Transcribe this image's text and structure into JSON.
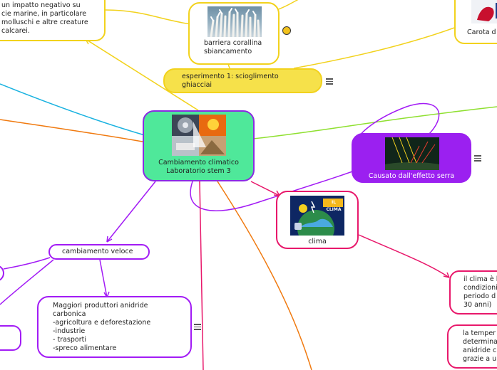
{
  "central": {
    "title": "Cambiamento climatico\nLaboratorio stem 3"
  },
  "nodes": {
    "impatto": "un impatto negativo su\ncie marine, in particolare\nmolluschi e altre creature\ncalcarei.",
    "barriera": "barriera corallina\nsbiancamento",
    "carota": "Carota d",
    "esperimento": "esperimento 1: scioglimento\nghiacciai",
    "serra": "Causato dall'effetto serra",
    "clima": "clima",
    "cambiamento": "cambiamento veloce",
    "produttori": "Maggiori produttori anidride\ncarbonica\n-agricoltura e deforestazione\n-industrie\n- trasporti\n-spreco alimentare",
    "clima_def": "il clima è l\ncondizioni\nperiodo d\n30 anni)",
    "temperatura": "la temper\ndetermina\nanidride c\ngrazie a u"
  },
  "images": {
    "clima_label": "IL CLIMA"
  },
  "icons": {
    "menu": "menu-icon",
    "smiley": "smiley-icon"
  },
  "colors": {
    "central_fill": "#4fe89a",
    "central_border": "#8a2be2",
    "yellow_border": "#f2d21d",
    "yellow_fill": "#f6e14a",
    "purple": "#a21bf5",
    "purple_fill": "#9b20f0",
    "pink": "#e8186b",
    "lime": "#8fe030",
    "cyan": "#19b2e0",
    "orange": "#f07a10"
  }
}
